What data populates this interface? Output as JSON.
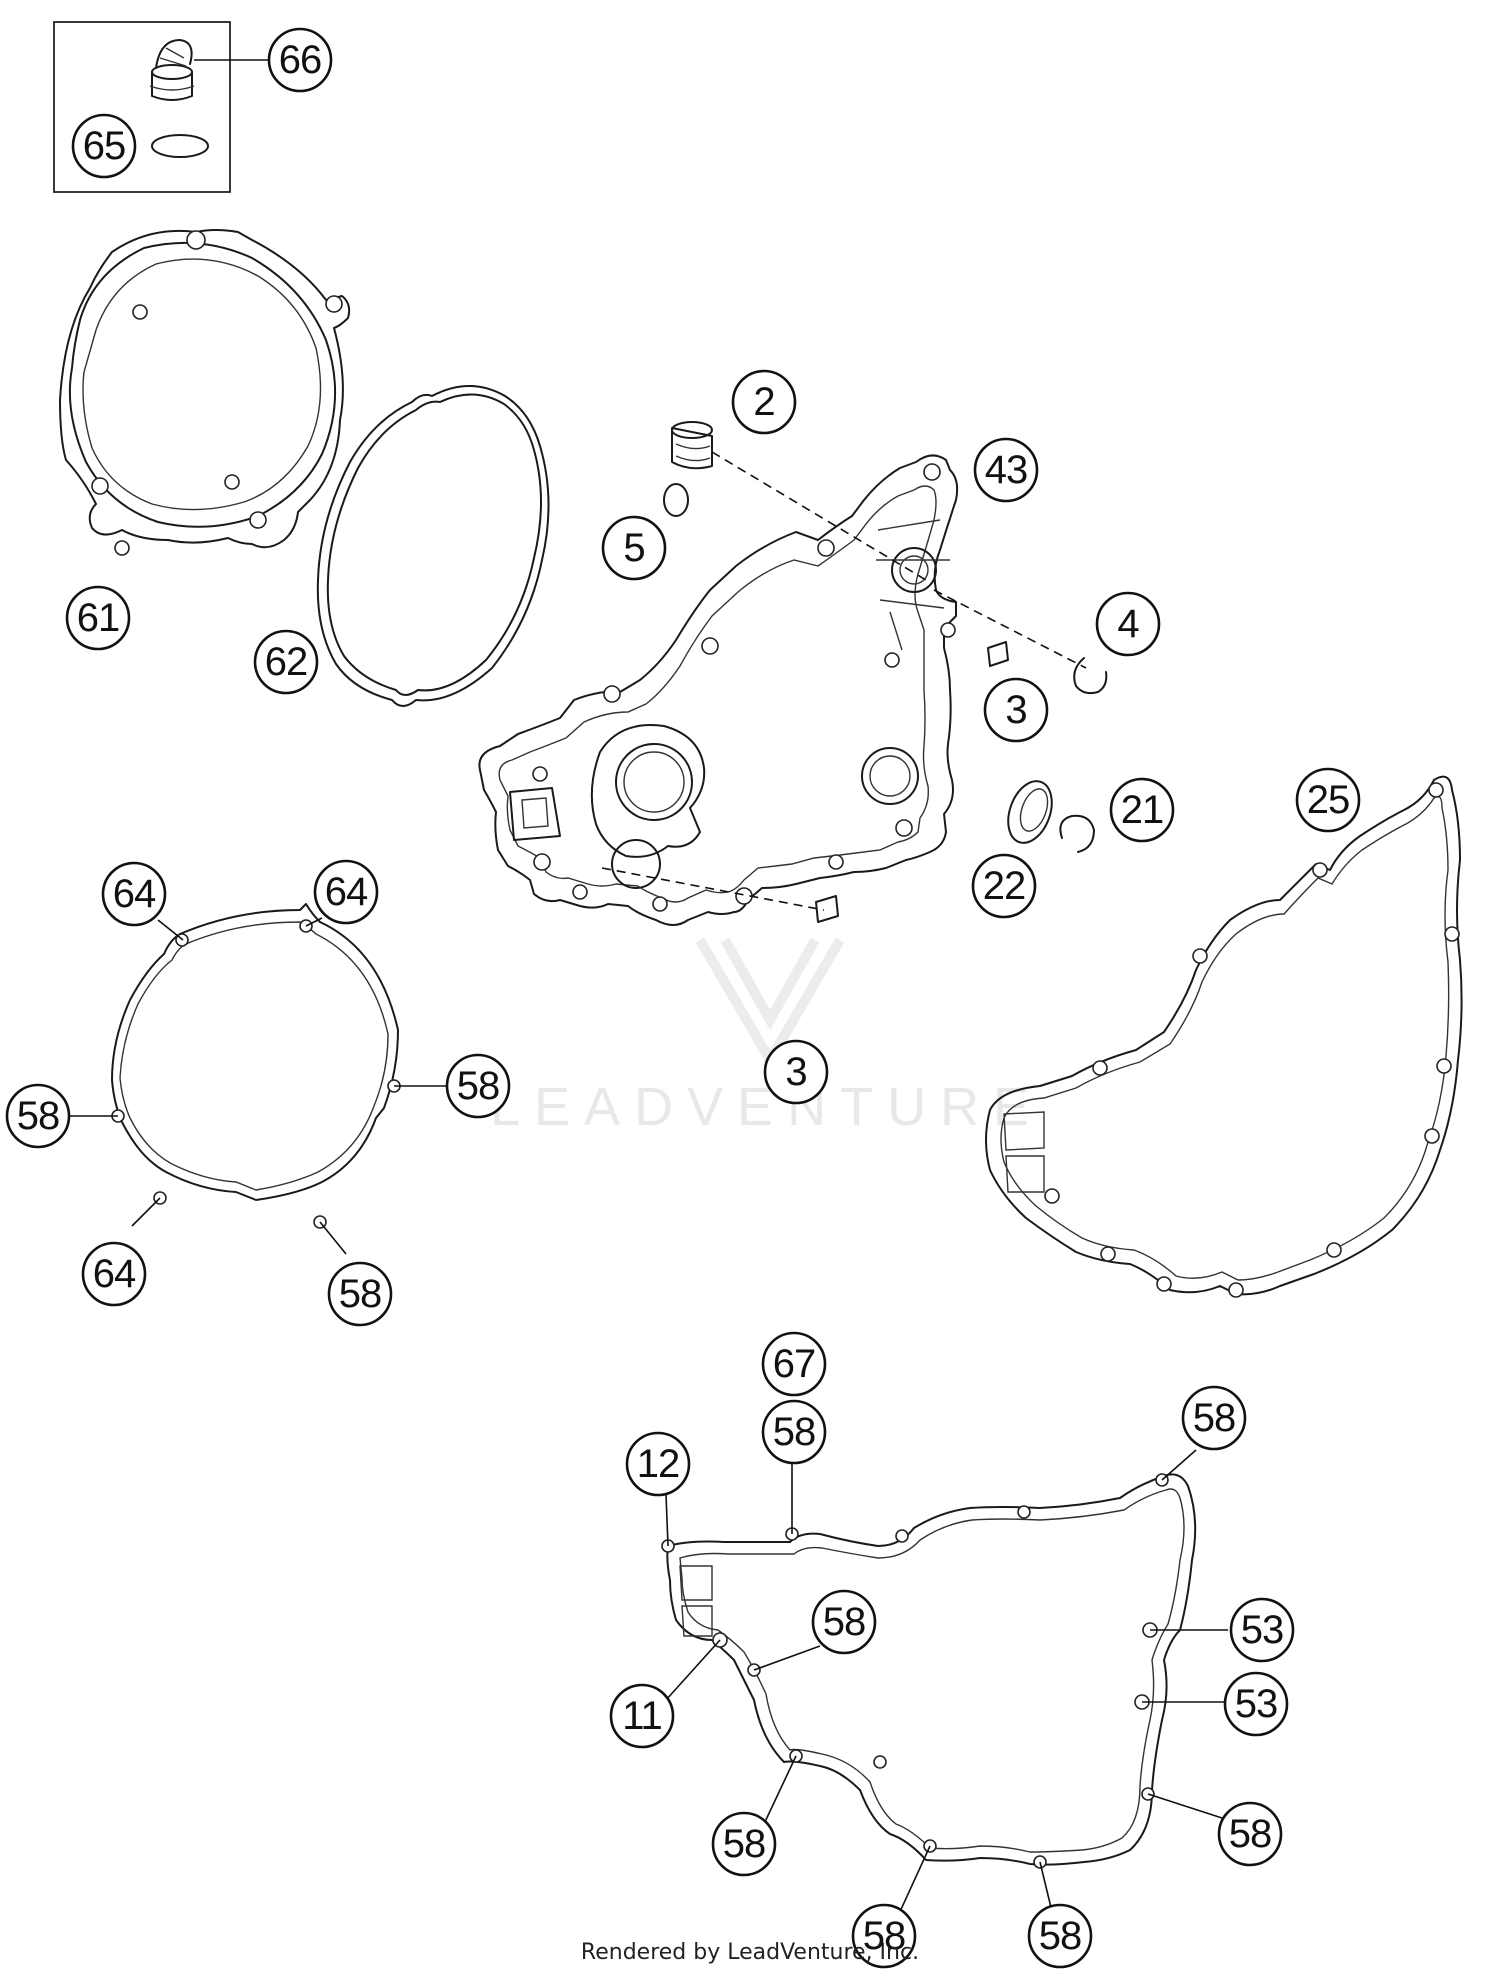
{
  "diagram": {
    "watermark": "LEADVENTURE",
    "footer": "Rendered by LeadVenture, Inc."
  },
  "callouts": {
    "c66": "66",
    "c65": "65",
    "c2": "2",
    "c43": "43",
    "c5": "5",
    "c61": "61",
    "c62": "62",
    "c4": "4",
    "c3a": "3",
    "c21": "21",
    "c22": "22",
    "c25": "25",
    "c3b": "3",
    "c64a": "64",
    "c64b": "64",
    "c58a": "58",
    "c58b": "58",
    "c64c": "64",
    "c58c": "58",
    "c67": "67",
    "c58d": "58",
    "c58e": "58",
    "c12": "12",
    "c58f": "58",
    "c11": "11",
    "c53a": "53",
    "c53b": "53",
    "c58g": "58",
    "c58h": "58",
    "c58i": "58",
    "c58j": "58"
  }
}
